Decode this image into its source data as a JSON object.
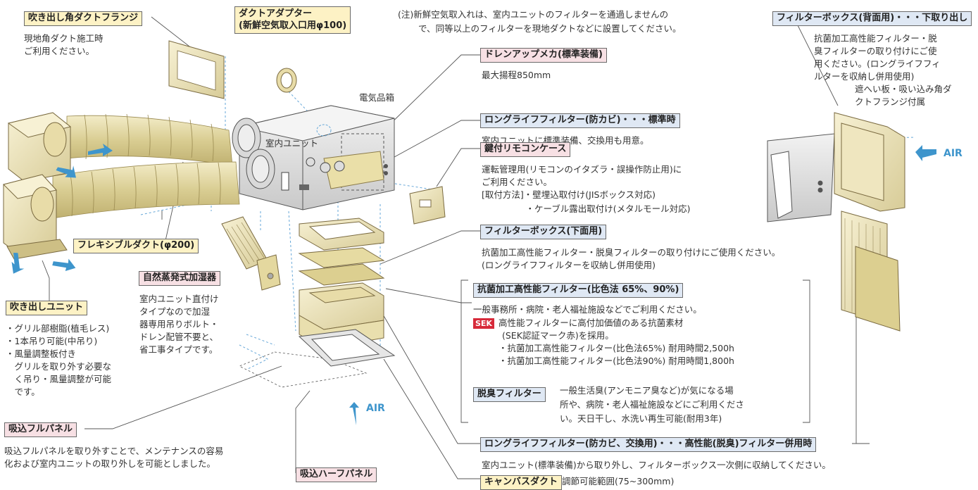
{
  "colors": {
    "leader": "#555555",
    "dash": "#66a7d8",
    "airflow": "#3e95cc",
    "yellow_label": "#fdf2c5",
    "pink_label": "#f7e0e4",
    "blue_label": "#dfe8f4",
    "sek": "#d72a3a"
  },
  "labels": {
    "flange": "吹き出し角ダクトフランジ",
    "flange_desc": [
      "現地角ダクト施工時",
      "ご利用ください。"
    ],
    "duct_adapter": [
      "ダクトアダプター",
      "(新鮮空気取入口用φ100)"
    ],
    "note": [
      "(注)新鮮空気取入れは、室内ユニットのフィルターを通過しませんの",
      "で、同等以上のフィルターを現地ダクトなどに設置してください。"
    ],
    "filter_box_back": "フィルターボックス(背面用)・・・下取り出し",
    "filter_box_back_desc": [
      "抗菌加工高性能フィルター・脱",
      "臭フィルターの取り付けにご使",
      "用ください。(ロングライフフィ",
      "ルターを収納し併用使用)"
    ],
    "filter_box_back_desc2": [
      "遮へい板・吸い込み角ダ",
      "クトフランジ付属"
    ],
    "drain": "ドレンアップメカ(標準装備)",
    "drain_desc": "最大揚程850mm",
    "electrical_box": "電気品箱",
    "indoor_unit": "室内ユニット",
    "longlife": "ロングライフフィルター(防カビ)・・・標準時",
    "longlife_desc": "室内ユニットに標準装備、交換用も用意。",
    "remocon": "鍵付リモコンケース",
    "remocon_desc": [
      "運転管理用(リモコンのイタズラ・誤操作防止用)に",
      "ご利用ください。",
      "[取付方法]・壁埋込取付け(JISボックス対応)",
      "　　　　　・ケーブル露出取付け(メタルモール対応)"
    ],
    "flexible_duct": "フレキシブルダクト(φ200)",
    "humidifier": "自然蒸発式加湿器",
    "humidifier_desc": [
      "室内ユニット直付け",
      "タイプなので加湿",
      "器専用吊りボルト・",
      "ドレン配管不要と、",
      "省工事タイプです。"
    ],
    "filter_box_bottom": "フィルターボックス(下面用)",
    "filter_box_bottom_desc": [
      "抗菌加工高性能フィルター・脱臭フィルターの取り付けにご使用ください。",
      "(ロングライフフィルターを収納し併用使用)"
    ],
    "antibacterial": "抗菌加工高性能フィルター(比色法 65%、90%)",
    "antibacterial_desc1": "一般事務所・病院・老人福祉施設などでご利用ください。",
    "sek_badge": "SEK",
    "antibacterial_desc2": [
      "高性能フィルターに高付加価値のある抗菌素材",
      "(SEK認証マーク赤)を採用。",
      "・抗菌加工高性能フィルター(比色法65%)  耐用時間2,500h",
      "・抗菌加工高性能フィルター(比色法90%)  耐用時間1,800h"
    ],
    "deodorize": "脱臭フィルター",
    "deodorize_desc": [
      "一般生活臭(アンモニア臭など)が気になる場",
      "所や、病院・老人福祉施設などにご利用くださ",
      "い。天日干し、水洗い再生可能(耐用3年)"
    ],
    "outlet_unit": "吹き出しユニット",
    "outlet_unit_desc": [
      "・グリル部樹脂(植毛レス)",
      "・1本吊り可能(中吊り)",
      "・風量調整板付き",
      "　グリルを取り外す必要な",
      "　く吊り・風量調整が可能",
      "　です。"
    ],
    "full_panel": "吸込フルパネル",
    "full_panel_desc": [
      "吸込フルパネルを取り外すことで、メンテナンスの容易",
      "化および室内ユニットの取り外しを可能としました。"
    ],
    "longlife_replace": "ロングライフフィルター(防カビ、交換用)・・・高性能(脱臭)フィルター併用時",
    "longlife_replace_desc": "室内ユニット(標準装備)から取り外し、フィルターボックス一次側に収納してください。",
    "half_panel": "吸込ハーフパネル",
    "canvas_duct": "キャンバスダクト",
    "canvas_duct_desc": "調節可能範囲(75~300mm)",
    "air": "AIR"
  }
}
